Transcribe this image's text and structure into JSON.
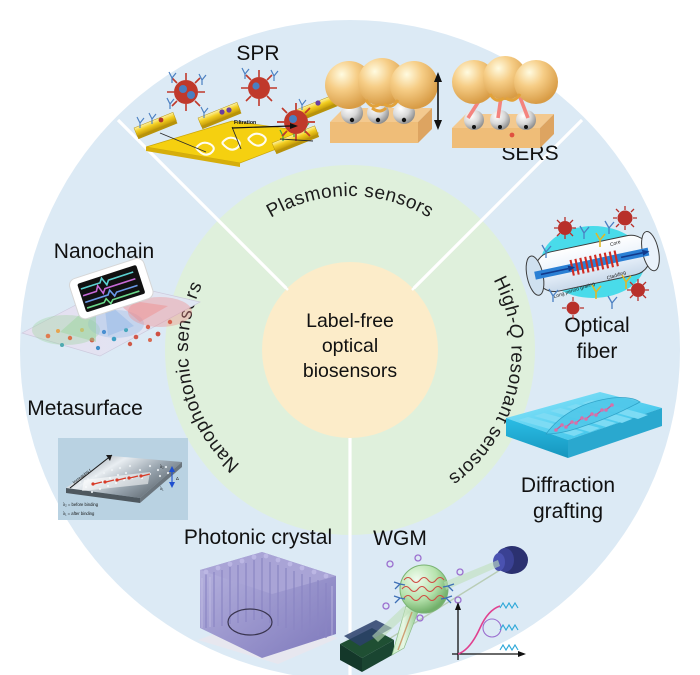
{
  "figure": {
    "kind": "circular-concentric-infographic",
    "center": {
      "lines": [
        "Label-free",
        "optical",
        "biosensors"
      ]
    },
    "colors": {
      "outer_ring": "#dceaf5",
      "middle_ring": "#dff0dc",
      "center_disc": "#fcecc9",
      "divider": "#ffffff",
      "text": "#111111",
      "spr_gold": "#f5d010",
      "sers_gold": "#f0b96a",
      "fiber_cyan": "#2fd8e8",
      "grating_blue": "#35c6ef",
      "crystal_purple": "#9a96d4",
      "wgm_green": "#8fd18f",
      "virus_red": "#c0392b",
      "antibody_blue": "#4a7fc1",
      "antibody_yellow": "#e8c32e"
    },
    "middle_ring_sectors": [
      {
        "id": "plasmonic",
        "label": "Plasmonic sensors"
      },
      {
        "id": "nanophotonic",
        "label": "Nanophotonic sensors"
      },
      {
        "id": "high-q",
        "label": "High-Q resonant sensors",
        "label_plain": "High-",
        "label_italic": "Q",
        "label_tail": " resonant sensors"
      }
    ],
    "outer_items": [
      {
        "id": "spr",
        "label": "SPR",
        "sector": "plasmonic",
        "annotations": [
          "Filtration"
        ]
      },
      {
        "id": "sers",
        "label": "SERS",
        "sector": "plasmonic",
        "annotations": []
      },
      {
        "id": "nanochain",
        "label": "Nanochain",
        "sector": "nanophotonic",
        "annotations": []
      },
      {
        "id": "metasurface",
        "label": "Metasurface",
        "sector": "nanophotonic",
        "annotations": [
          "Increasing r",
          "λ₂",
          "λ₁",
          "Δ",
          "λ₂ = before binding",
          "λ₁ = after binding"
        ]
      },
      {
        "id": "photonic-crystal",
        "label": "Photonic crystal",
        "sector": "nanophotonic",
        "annotations": []
      },
      {
        "id": "wgm",
        "label": "WGM",
        "sector": "high-q",
        "annotations": []
      },
      {
        "id": "diffraction-grafting",
        "label": "Diffraction grafting",
        "label_lines": [
          "Diffraction",
          "grafting"
        ],
        "sector": "high-q",
        "annotations": []
      },
      {
        "id": "optical-fiber",
        "label": "Optical fiber",
        "label_lines": [
          "Optical",
          "fiber"
        ],
        "sector": "high-q",
        "annotations": [
          "Core",
          "Cladding",
          "Long period grating"
        ]
      }
    ]
  }
}
